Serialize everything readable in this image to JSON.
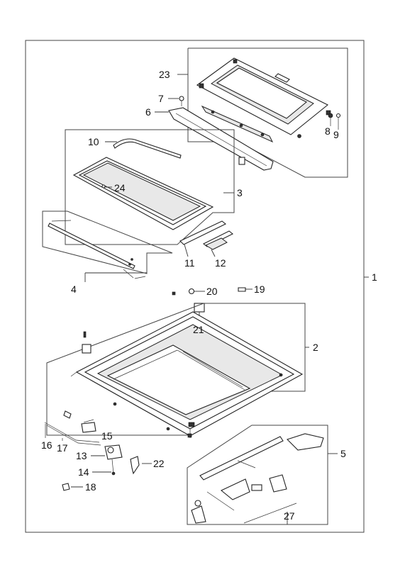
{
  "diagram": {
    "type": "exploded-parts-diagram",
    "callouts": {
      "c1": "1",
      "c2": "2",
      "c3": "3",
      "c4": "4",
      "c5": "5",
      "c6": "6",
      "c7": "7",
      "c8": "8",
      "c9": "9",
      "c10": "10",
      "c11": "11",
      "c12": "12",
      "c13": "13",
      "c14": "14",
      "c15": "15",
      "c16": "16",
      "c17": "17",
      "c18": "18",
      "c19": "19",
      "c20": "20",
      "c21": "21",
      "c22": "22",
      "c23": "23",
      "c24": "24",
      "c27": "27"
    }
  }
}
